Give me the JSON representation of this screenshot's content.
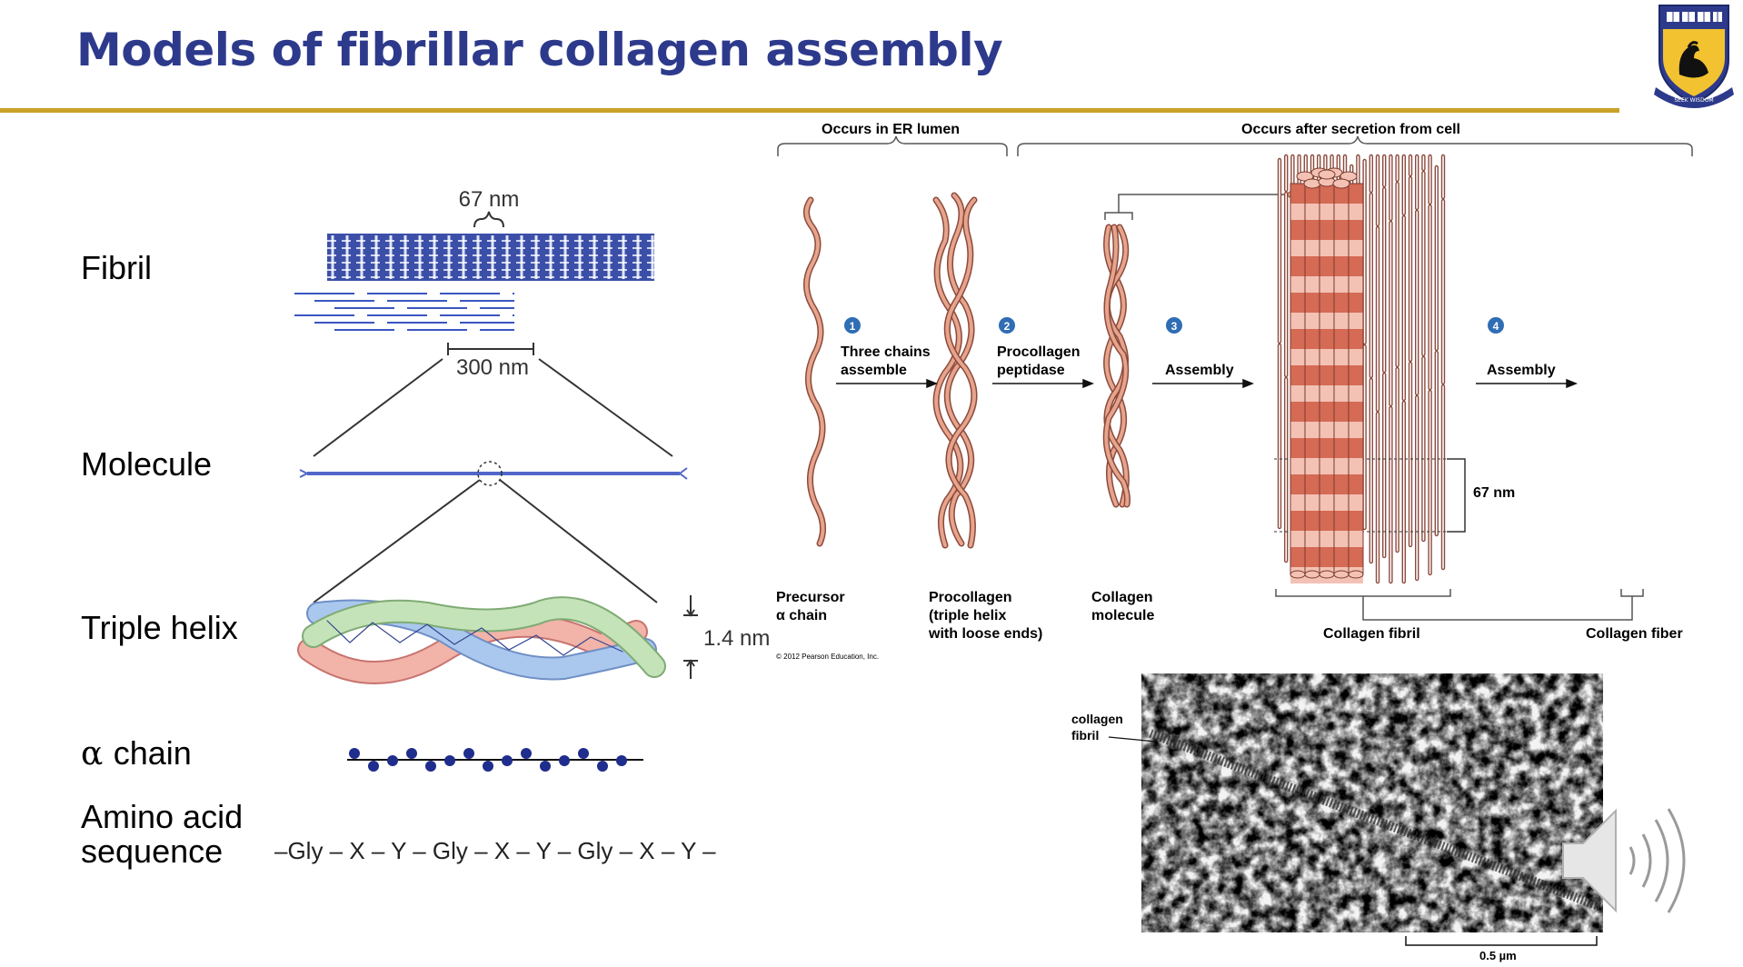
{
  "slide": {
    "title": "Models of fibrillar collagen assembly",
    "accent_color": "#c9a227",
    "title_color": "#2d3a8c"
  },
  "hierarchy": {
    "labels": {
      "fibril": "Fibril",
      "molecule": "Molecule",
      "triple_helix": "Triple helix",
      "alpha_symbol": "α",
      "alpha_chain": "chain",
      "amino_line1": "Amino acid",
      "amino_line2": "sequence"
    },
    "dims": {
      "d67": "67 nm",
      "d300": "300 nm",
      "d14": "1.4 nm"
    },
    "sequence": "–Gly – X – Y – Gly – X – Y – Gly – X – Y –"
  },
  "assembly": {
    "bracket_er": "Occurs in ER lumen",
    "bracket_after": "Occurs after secretion from cell",
    "steps": [
      {
        "num": "1",
        "line1": "Three chains",
        "line2": "assemble"
      },
      {
        "num": "2",
        "line1": "Procollagen",
        "line2": "peptidase"
      },
      {
        "num": "3",
        "line1": "Assembly"
      },
      {
        "num": "4",
        "line1": "Assembly"
      }
    ],
    "products": {
      "precursor1": "Precursor",
      "precursor2": "α chain",
      "procollagen1": "Procollagen",
      "procollagen2": "(triple helix",
      "procollagen3": "with loose ends)",
      "molecule1": "Collagen",
      "molecule2": "molecule",
      "fibril": "Collagen fibril",
      "fiber": "Collagen fiber"
    },
    "dim_67": "67 nm",
    "copyright": "© 2012 Pearson Education, Inc.",
    "step_color": "#2f6db5",
    "strand_color": "#e6a48c"
  },
  "micrograph": {
    "label1": "collagen",
    "label2": "fibril",
    "scale": "0.5 µm"
  },
  "icons": [
    "university-crest-icon",
    "speaker-icon"
  ]
}
